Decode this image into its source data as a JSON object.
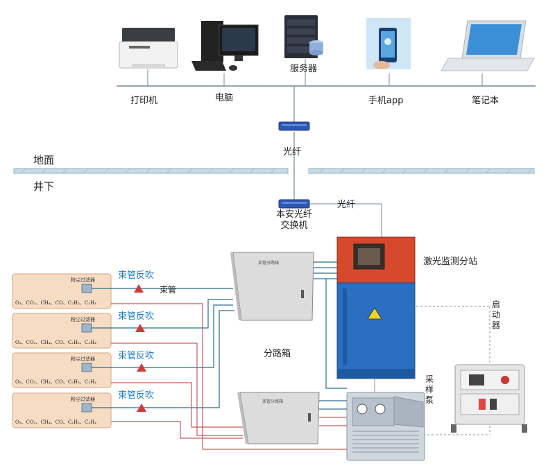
{
  "network": {
    "printer": "打印机",
    "computer": "电脑",
    "server": "服务器",
    "phone": "手机app",
    "laptop": "笔记本"
  },
  "fiber_top": "光纤",
  "ground": "地面",
  "underground": "井下",
  "switch_label": "本安光纤\n交换机",
  "fiber_right": "光纤",
  "laser_station": "激光监测分站",
  "starter": "启\n动\n器",
  "sampling_pump": "采\n样\n泵",
  "branch_box": "分路箱",
  "tube": "束管",
  "backflush_labels": [
    "束管反吹",
    "束管反吹",
    "束管反吹",
    "束管反吹"
  ],
  "filter_label": "粉尘过滤器",
  "gas_list": "O₂、CO₂、CH₄、CO、C₂H₂、C₂H₄",
  "cabinet_title_top": "束管分路箱",
  "cabinet_title_bottom": "束管分路箱"
}
